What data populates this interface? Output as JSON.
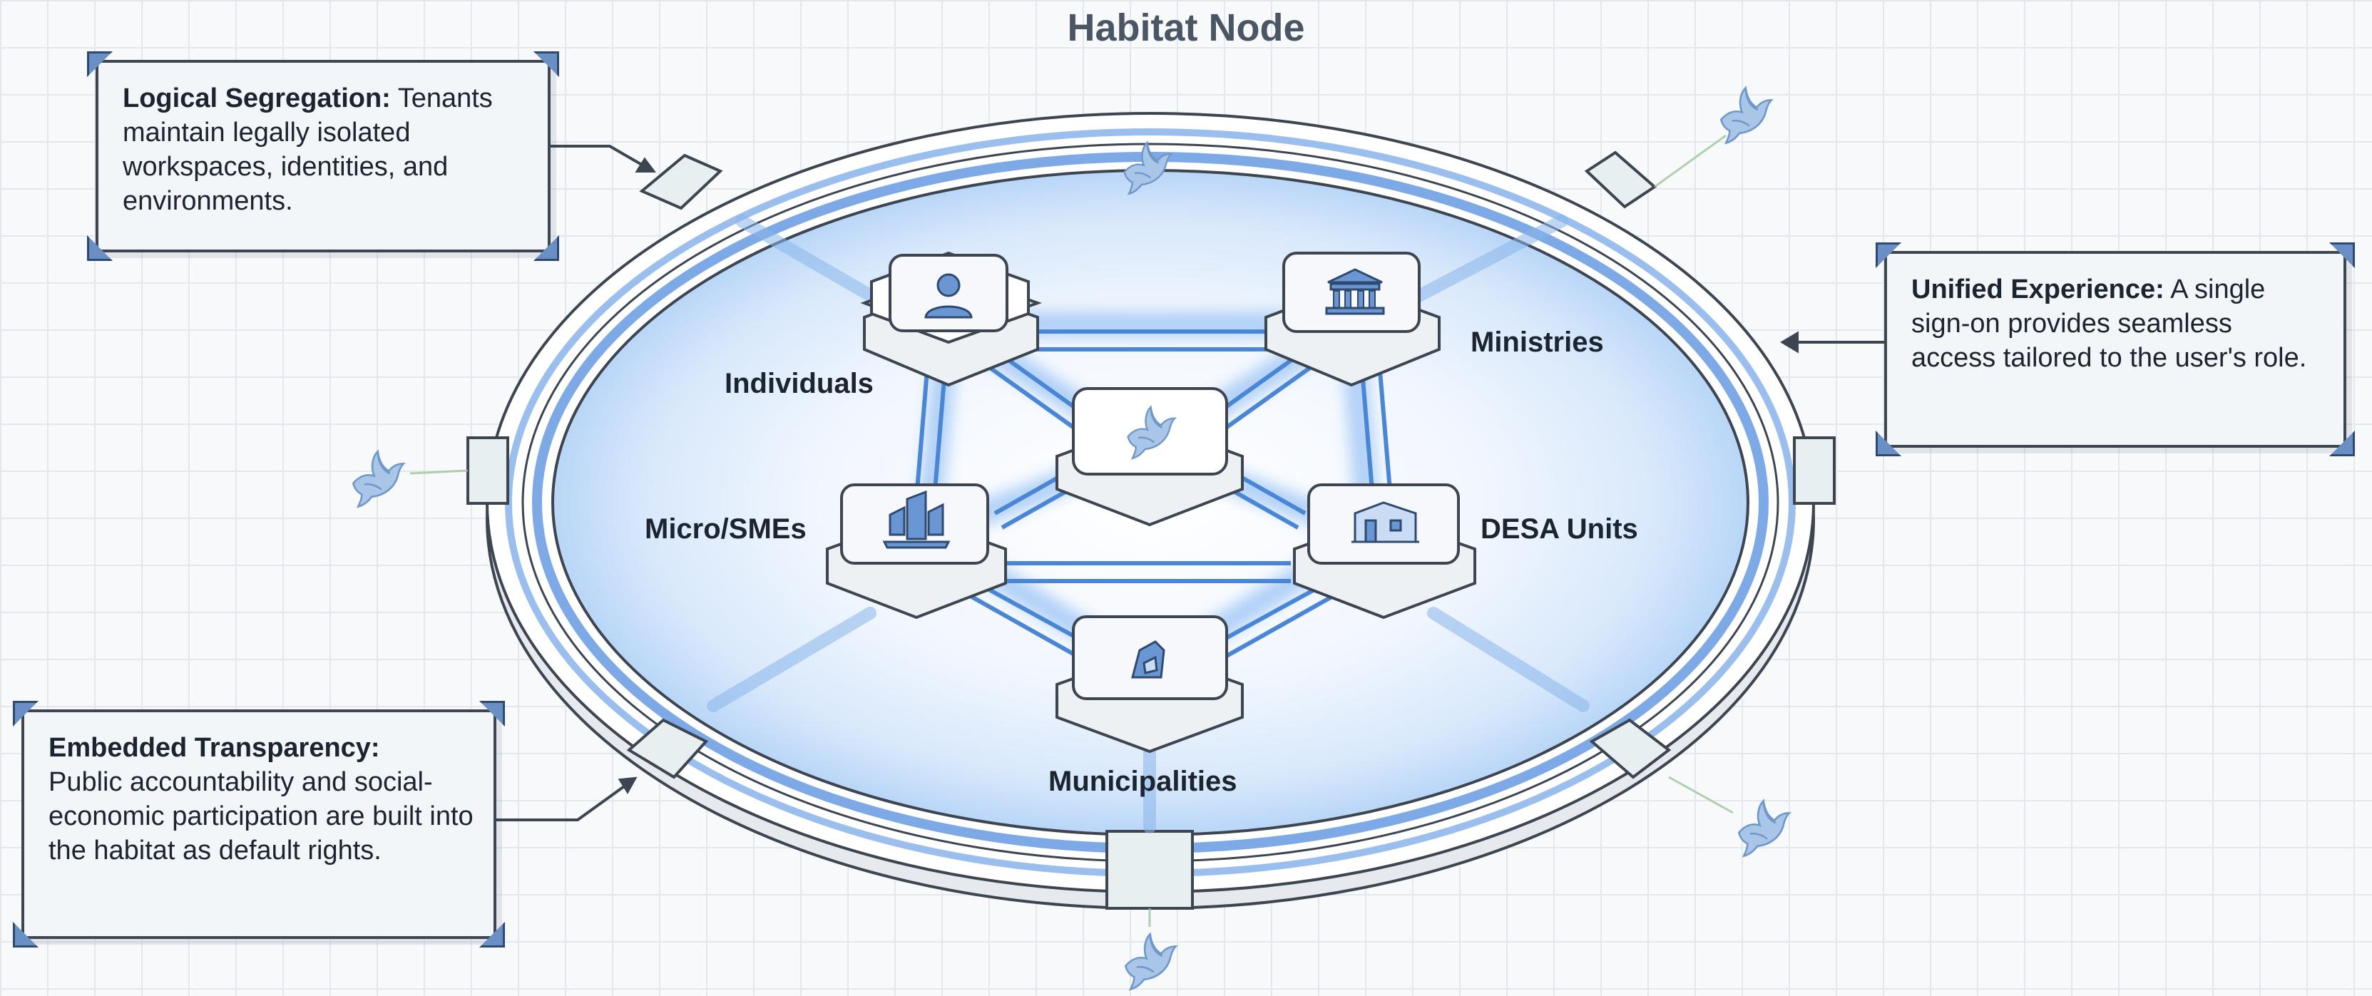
{
  "title": "Habitat Node",
  "colors": {
    "accent": "#3f7fd6",
    "glow": "#cfe2fb",
    "ring": "#ffffff",
    "outline": "#3d4650",
    "grid": "#e3e8ee"
  },
  "callouts": {
    "logical_segregation": {
      "heading": "Logical Segregation:",
      "body": " Tenants maintain legally isolated workspaces, identities, and environments."
    },
    "unified_experience": {
      "heading": "Unified Experience:",
      "body": " A single sign-on provides seamless access tailored to the user's role."
    },
    "embedded_transparency": {
      "heading": "Embedded Transparency:",
      "body": "Public accountability and social-economic participation are built into the habitat as default rights."
    }
  },
  "nodes": {
    "individuals": {
      "label": "Individuals",
      "icon": "person-icon"
    },
    "ministries": {
      "label": "Ministries",
      "icon": "government-building-icon"
    },
    "micro_smes": {
      "label": "Micro/SMEs",
      "icon": "buildings-icon"
    },
    "desa_units": {
      "label": "DESA Units",
      "icon": "village-hall-icon"
    },
    "municipalities": {
      "label": "Municipalities",
      "icon": "town-icon"
    },
    "center": {
      "icon": "dove-icon"
    }
  }
}
